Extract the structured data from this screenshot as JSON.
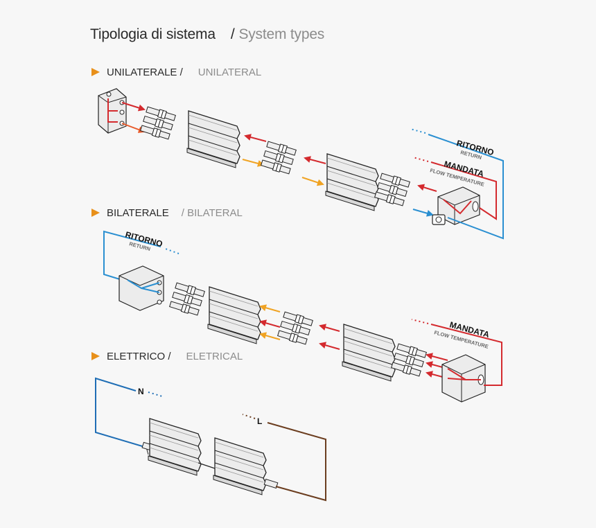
{
  "header": {
    "title_it": "Tipologia di sistema",
    "separator": "/",
    "title_en": "System types"
  },
  "sections": [
    {
      "id": "unilateral",
      "label_it": "UNILATERALE /",
      "label_en": "UNILATERAL"
    },
    {
      "id": "bilateral",
      "label_it": "BILATERALE",
      "label_en": "/ BILATERAL"
    },
    {
      "id": "electrical",
      "label_it": "ELETTRICO /",
      "label_en": "ELETRICAL"
    }
  ],
  "labels": {
    "return": "RITORNO",
    "return_en": "RETURN",
    "flow": "MANDATA",
    "flow_en": "FLOW TEMPERATURE",
    "neutral": "N",
    "line": "L"
  },
  "colors": {
    "flow": "#d42a2e",
    "return": "#2a8fd1",
    "arrow_warm": "#f0a323",
    "arrow_hot": "#e85a2a",
    "neutral": "#1f6eb5",
    "line": "#6b3d1f",
    "accent": "#e8901a"
  }
}
